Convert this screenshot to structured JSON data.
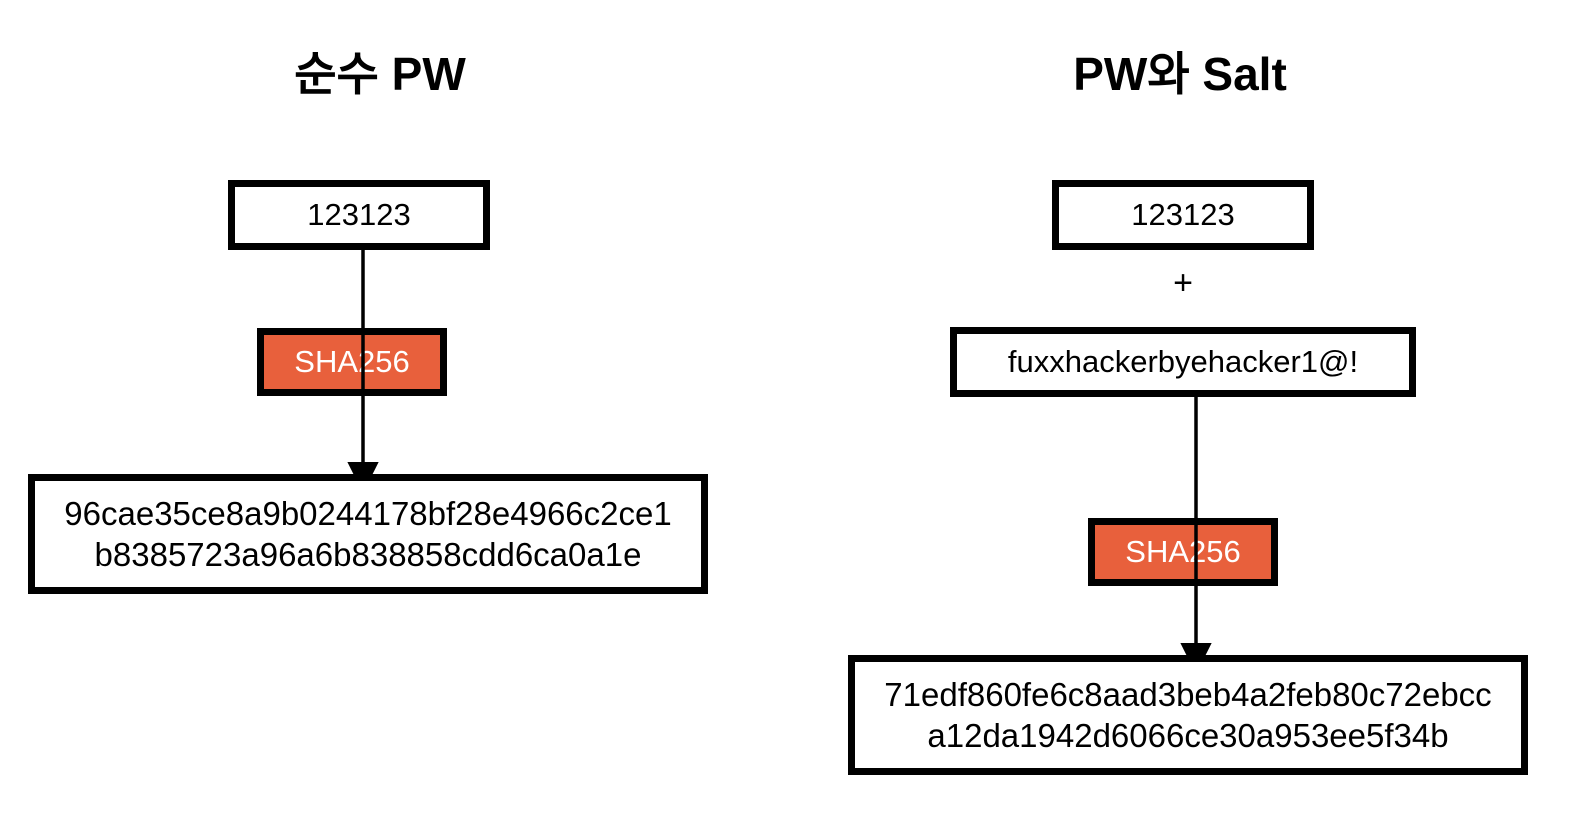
{
  "diagram": {
    "title_left": "순수 PW",
    "title_right": "PW와 Salt",
    "plus": "+",
    "colors": {
      "sha_fill": "#E8603C",
      "sha_text": "#FFFFFF",
      "border": "#000000",
      "background": "#FFFFFF"
    }
  },
  "left_flow": {
    "password": "123123",
    "hash_function": "SHA256",
    "hash_output": "96cae35ce8a9b0244178bf28e4966c2ce1\nb8385723a96a6b838858cdd6ca0a1e"
  },
  "right_flow": {
    "password": "123123",
    "salt": "fuxxhackerbyehacker1@!",
    "hash_function": "SHA256",
    "hash_output": "71edf860fe6c8aad3beb4a2feb80c72ebcc\na12da1942d6066ce30a953ee5f34b"
  }
}
